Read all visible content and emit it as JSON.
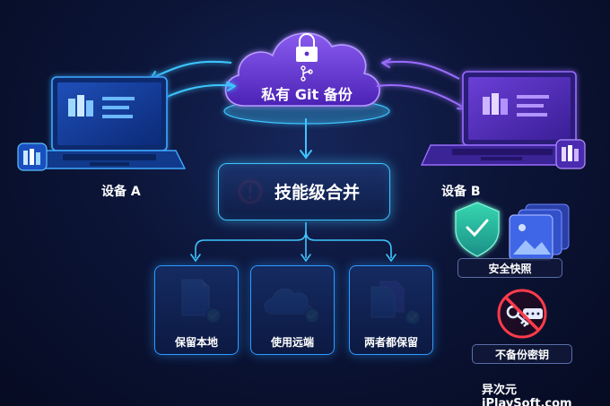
{
  "cloud": {
    "label": "私有 Git 备份",
    "icons": [
      "lock-icon",
      "git-branch-icon"
    ]
  },
  "merge": {
    "label": "技能级合并",
    "icon": "alert-icon"
  },
  "devices": [
    {
      "label": "设备 A",
      "icon": "laptop-icon"
    },
    {
      "label": "设备 B",
      "icon": "laptop-icon"
    }
  ],
  "options": [
    {
      "label": "保留本地",
      "icon": "document-check-icon"
    },
    {
      "label": "使用远端",
      "icon": "cloud-check-icon"
    },
    {
      "label": "两者都保留",
      "icon": "documents-check-icon"
    }
  ],
  "features": [
    {
      "label": "安全快照",
      "icons": [
        "shield-check-icon",
        "image-stack-icon"
      ]
    },
    {
      "label": "不备份密钥",
      "icons": [
        "no-key-icon"
      ]
    }
  ],
  "watermark": "异次元 iPlaySoft.com",
  "colors": {
    "background": "#0a1330",
    "cloud": "#6a3cdc",
    "accent_cyan": "#3ec6ff",
    "accent_purple": "#9a6cff",
    "check_green": "#3ad17a",
    "alert_red": "#ff3b4a"
  }
}
